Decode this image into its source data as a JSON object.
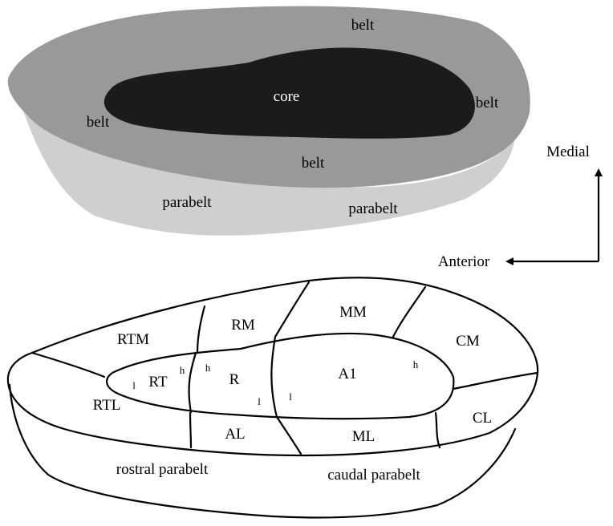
{
  "top_diagram": {
    "core": "core",
    "belt_labels": [
      "belt",
      "belt",
      "belt",
      "belt"
    ],
    "parabelt_labels": [
      "parabelt",
      "parabelt"
    ],
    "colors": {
      "core": "#1b1b1b",
      "belt": "#999999",
      "parabelt": "#cfcfcf"
    }
  },
  "orientation": {
    "medial": "Medial",
    "anterior": "Anterior"
  },
  "bottom_diagram": {
    "regions": {
      "rtm": "RTM",
      "rm": "RM",
      "mm": "MM",
      "cm": "CM",
      "rt": "RT",
      "r": "R",
      "a1": "A1",
      "rtl": "RTL",
      "al": "AL",
      "ml": "ML",
      "cl": "CL"
    },
    "gradient_marks": {
      "rt_low": "l",
      "rt_high": "h",
      "r_high": "h",
      "r_low": "l",
      "a1_low": "l",
      "a1_high": "h"
    },
    "parabelt": {
      "rostral": "rostral parabelt",
      "caudal": "caudal parabelt"
    }
  }
}
